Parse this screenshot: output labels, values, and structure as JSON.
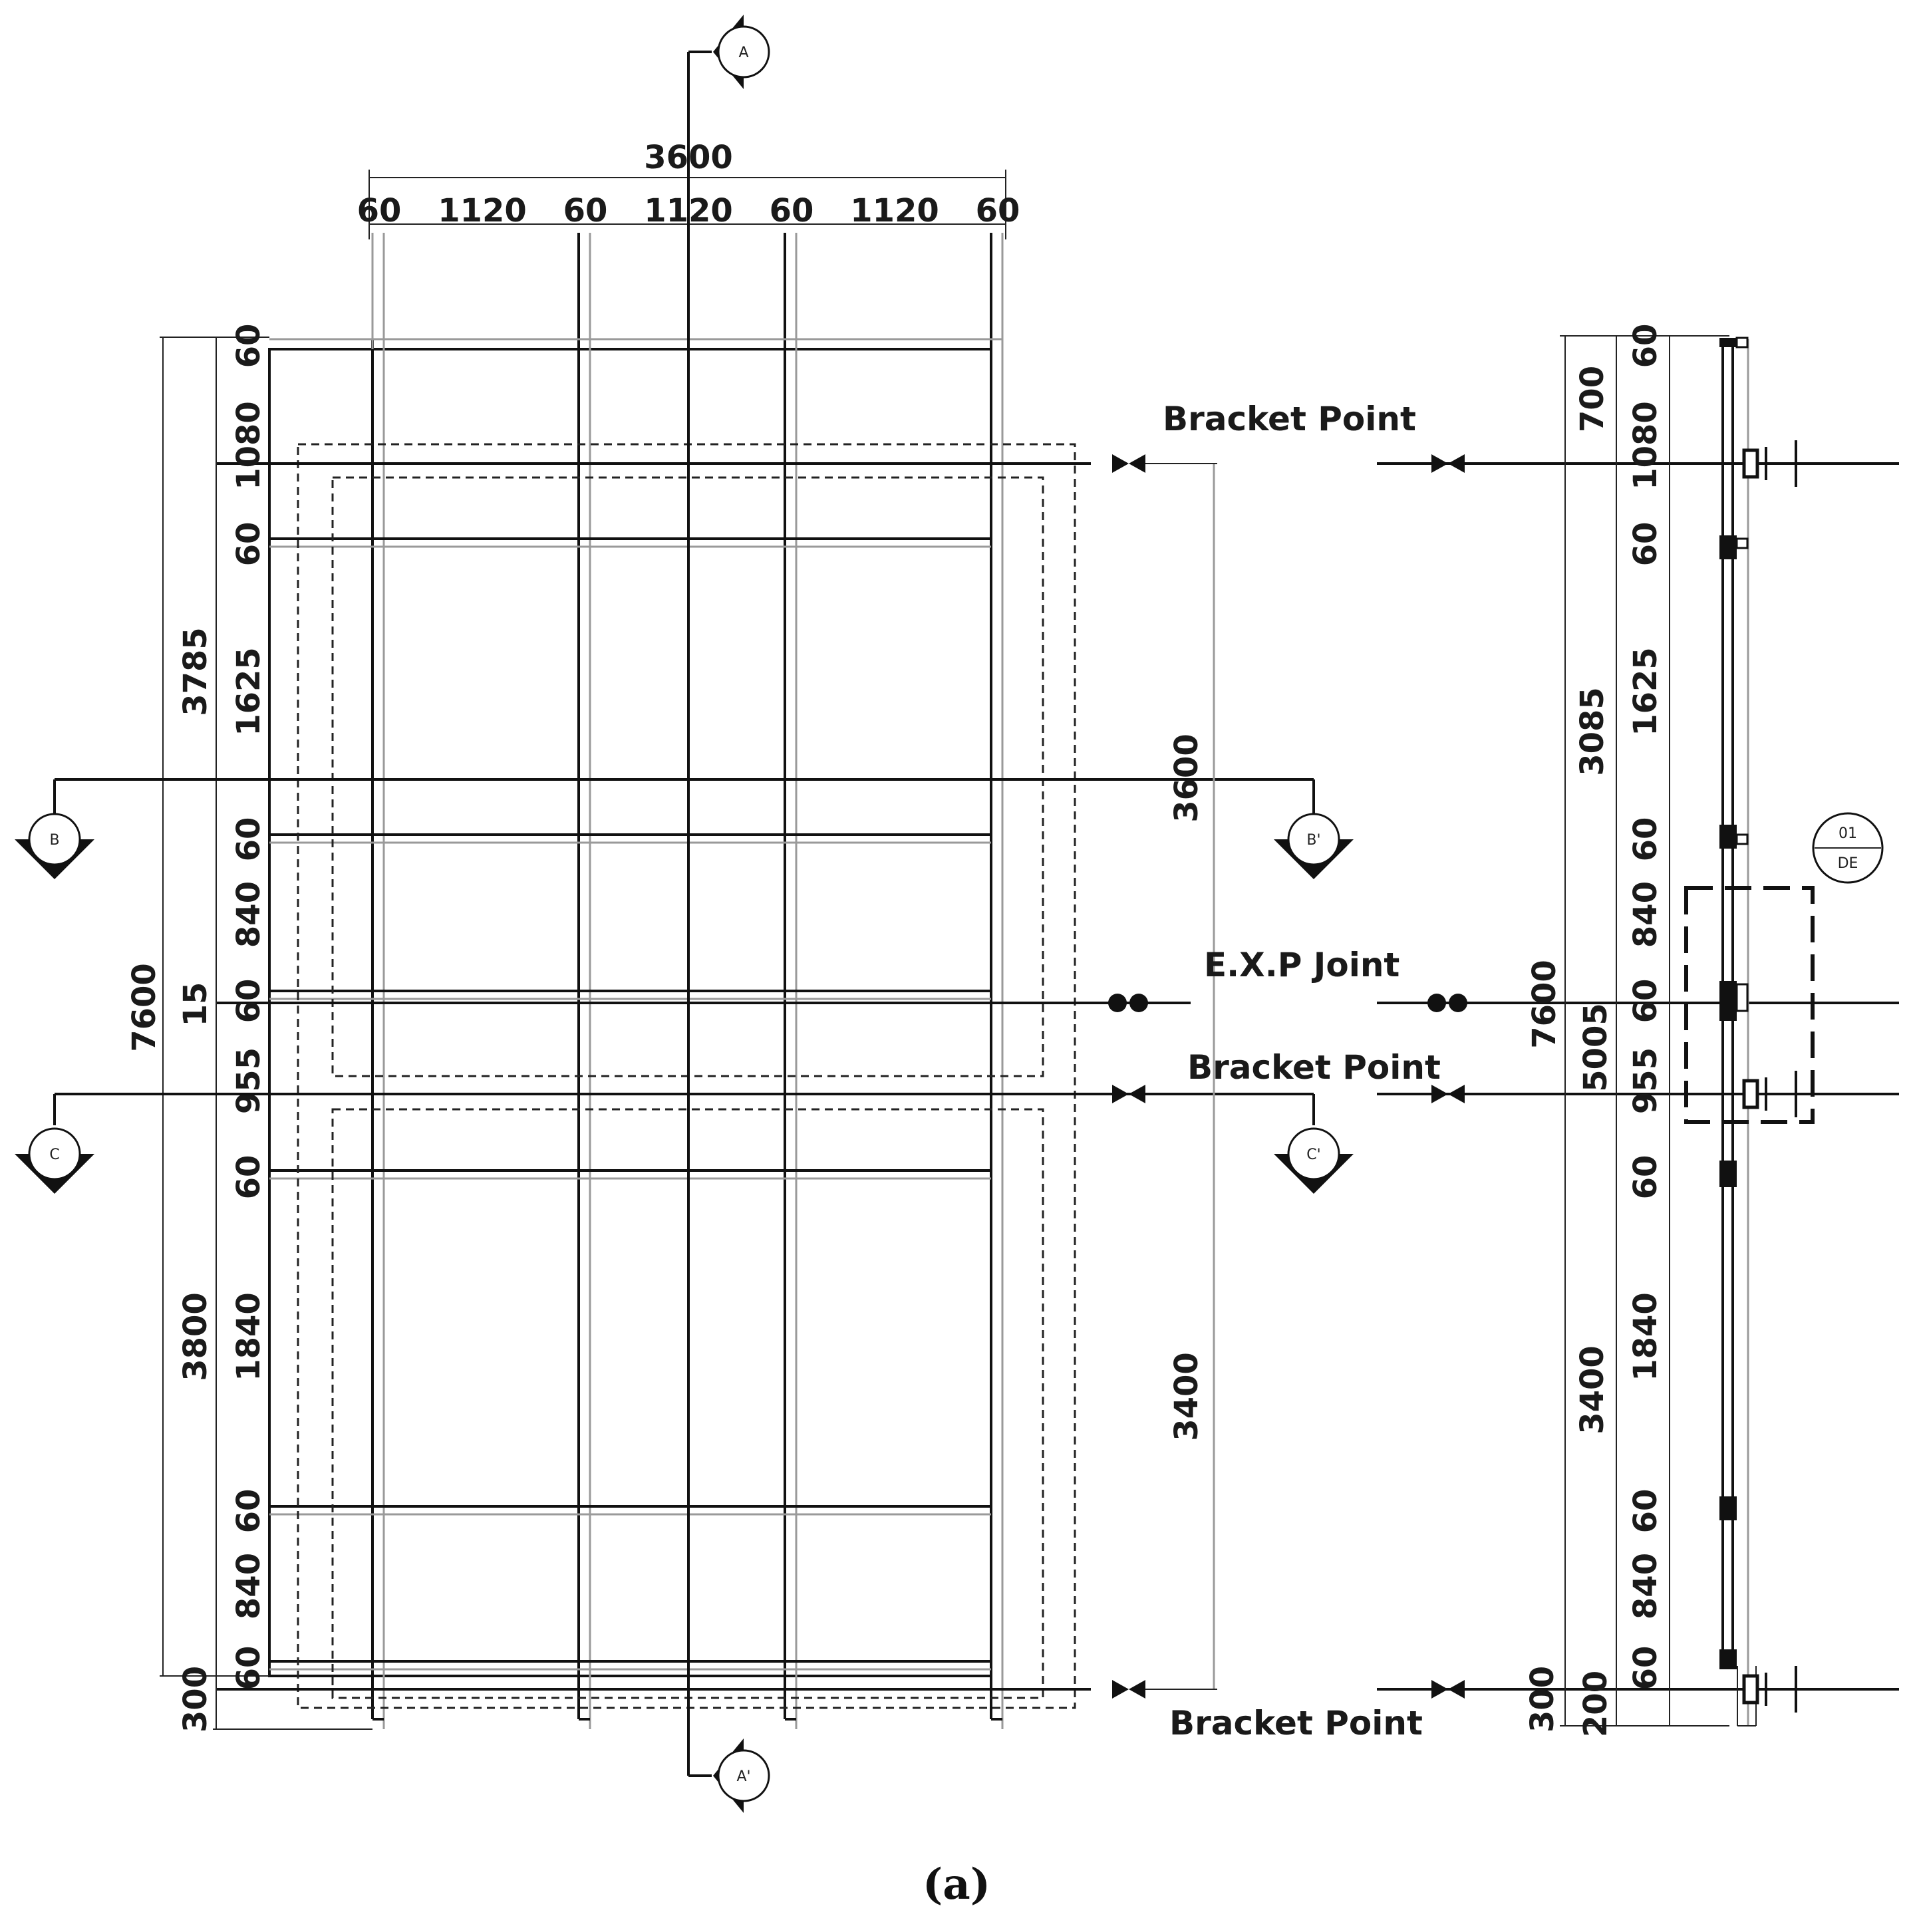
{
  "top_dims": {
    "overall": "3600",
    "segments": [
      "60",
      "1120",
      "60",
      "1120",
      "60",
      "1120",
      "60"
    ]
  },
  "left_dims": {
    "overall": "7600",
    "outer": [
      "3785",
      "15",
      "3800",
      "300"
    ],
    "inner": [
      "60",
      "1080",
      "60",
      "1625",
      "60",
      "840",
      "60",
      "955",
      "60",
      "1840",
      "60",
      "840",
      "60"
    ]
  },
  "middle_dims": [
    "3600",
    "3400"
  ],
  "right_dims": {
    "overall": "7600",
    "outer": [
      "700",
      "3085",
      "5005",
      "3400",
      "300",
      "200"
    ],
    "inner": [
      "60",
      "1080",
      "60",
      "1625",
      "60",
      "840",
      "60",
      "955",
      "60",
      "1840",
      "60",
      "840",
      "60"
    ]
  },
  "labels": {
    "bracket_top": "Bracket Point",
    "exp_joint": "E.X.P Joint",
    "bracket_mid": "Bracket Point",
    "bracket_bottom": "Bracket Point"
  },
  "section_markers": {
    "a": "A",
    "a_prime": "A'",
    "b": "B",
    "b_prime": "B'",
    "c": "C",
    "c_prime": "C'"
  },
  "detail_tag": {
    "top": "01",
    "bottom": "DE"
  },
  "caption": "(a)"
}
